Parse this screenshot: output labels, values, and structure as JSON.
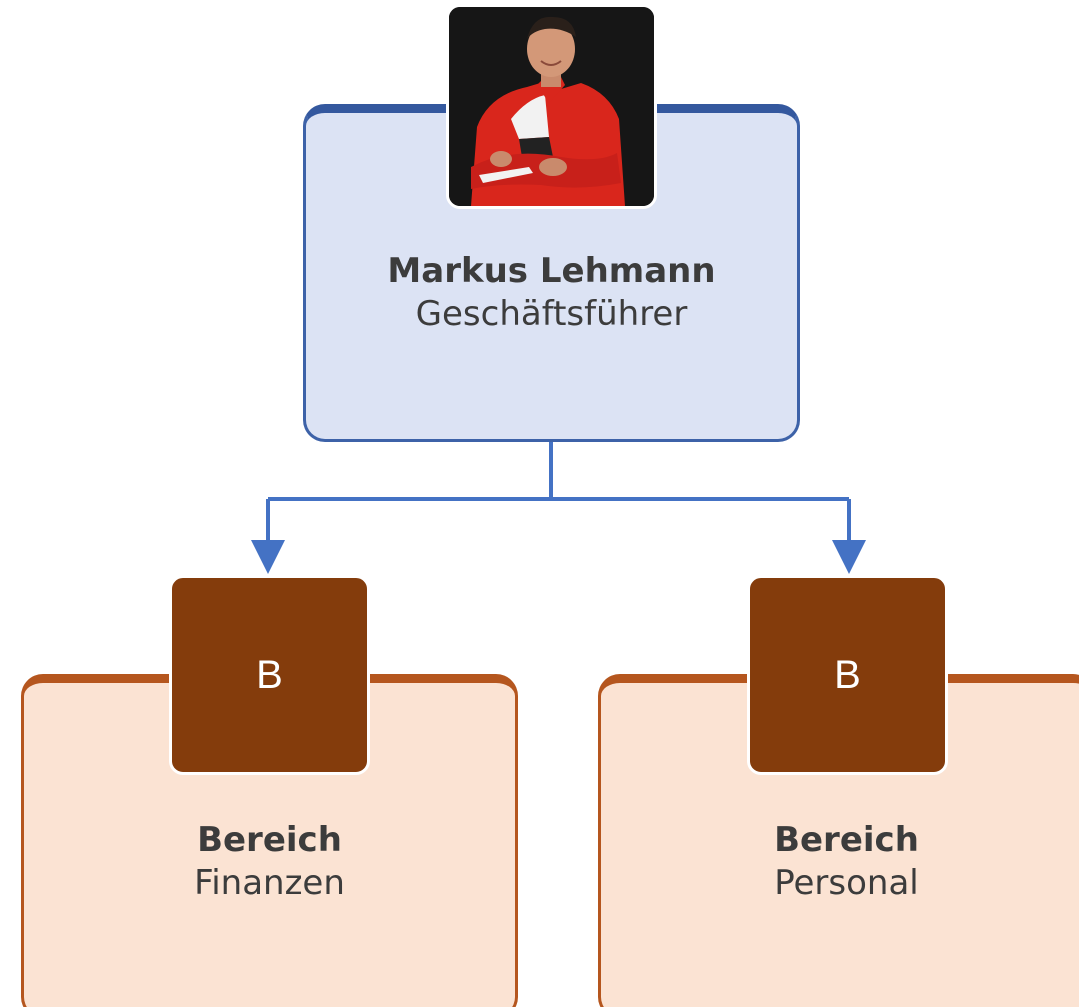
{
  "org_chart": {
    "root": {
      "name": "Markus Lehmann",
      "role": "Geschäftsführer",
      "colors": {
        "fill": "#dce3f4",
        "border": "#34589e"
      }
    },
    "children": [
      {
        "badge": "B",
        "name": "Bereich",
        "role": "Finanzen"
      },
      {
        "badge": "B",
        "name": "Bereich",
        "role": "Personal"
      }
    ],
    "child_colors": {
      "fill": "#fbe3d3",
      "border": "#b5561e",
      "badge": "#843c0c"
    },
    "connector_color": "#4472c4"
  }
}
